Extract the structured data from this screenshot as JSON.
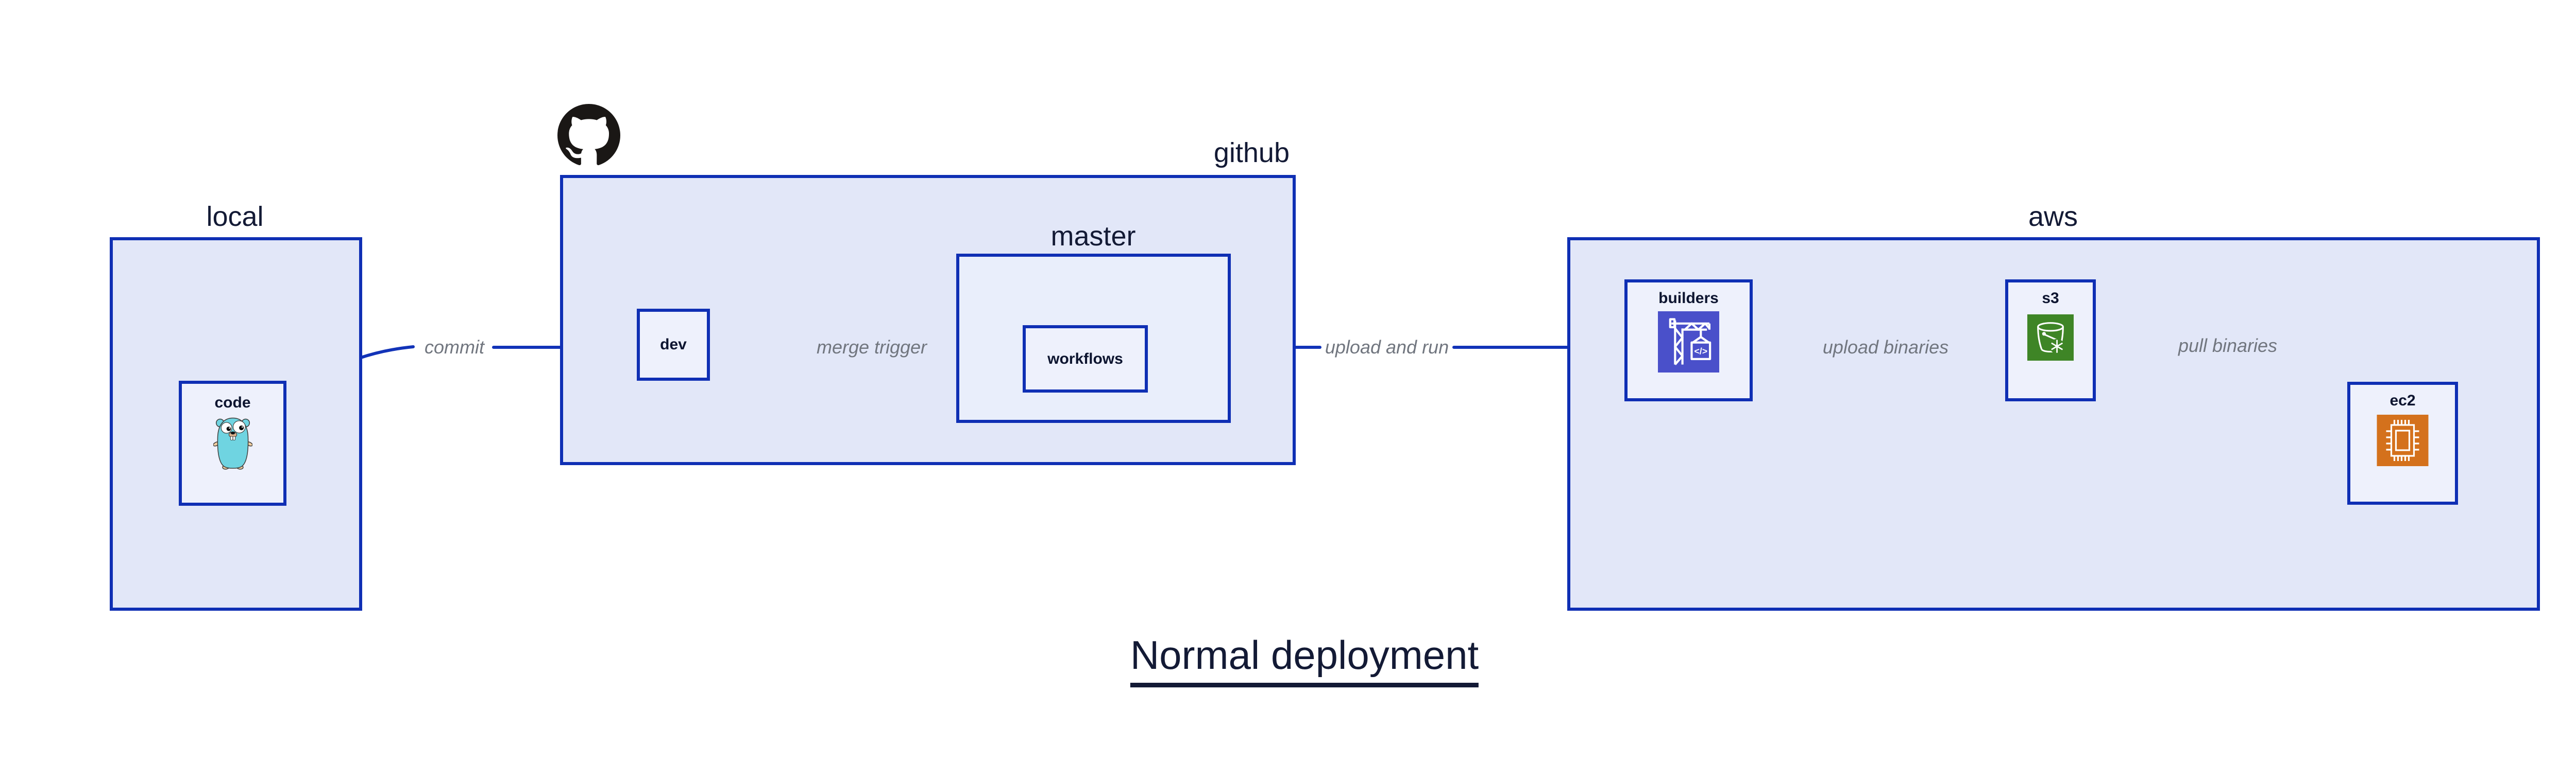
{
  "title": {
    "text": "Normal deployment"
  },
  "groups": {
    "local": {
      "label": "local"
    },
    "github": {
      "label": "github"
    },
    "master": {
      "label": "master"
    },
    "aws": {
      "label": "aws"
    }
  },
  "nodes": {
    "code": {
      "label": "code",
      "icon": "go-gopher-icon"
    },
    "dev": {
      "label": "dev"
    },
    "workflows": {
      "label": "workflows"
    },
    "builders": {
      "label": "builders",
      "icon": "codebuild-crane-icon"
    },
    "s3": {
      "label": "s3",
      "icon": "s3-bucket-icon"
    },
    "ec2": {
      "label": "ec2",
      "icon": "ec2-chip-icon"
    }
  },
  "edges": [
    {
      "from": "code",
      "to": "dev",
      "label": "commit"
    },
    {
      "from": "dev",
      "to": "workflows",
      "label": "merge trigger"
    },
    {
      "from": "workflows",
      "to": "builders",
      "label": "upload and run"
    },
    {
      "from": "builders",
      "to": "s3",
      "label": "upload binaries"
    },
    {
      "from": "s3",
      "to": "ec2",
      "label": "pull binaries"
    }
  ],
  "logos": {
    "github_mark": "octocat-icon"
  },
  "colors": {
    "page_background": "#ffffff",
    "group_fill": "#e2e7f8",
    "node_fill": "#eef1fc",
    "border_blue": "#0f2fb4",
    "arrow_blue": "#16359f",
    "label_navy": "#131a35",
    "edge_label_gray": "#71767f",
    "octocat_black": "#1a1715",
    "gopher_teal": "#6fd4e1",
    "codebuild_purple": "#4a50ca",
    "s3_green": "#3e8526",
    "ec2_orange": "#d4711c"
  }
}
